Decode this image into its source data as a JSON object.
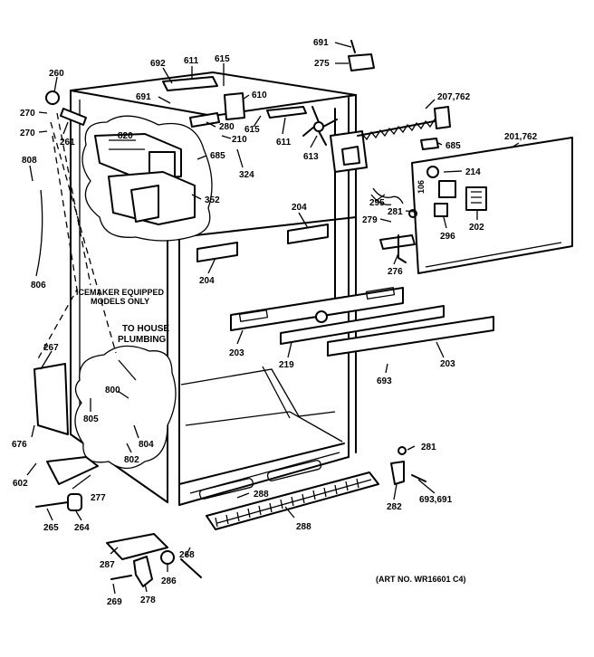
{
  "labels": {
    "l691a": "691",
    "l275": "275",
    "l692": "692",
    "l611a": "611",
    "l615a": "615",
    "l260": "260",
    "l691b": "691",
    "l610": "610",
    "l207": "207,762",
    "l270a": "270",
    "l270b": "270",
    "l261": "261",
    "l820": "820",
    "l280": "280",
    "l615b": "615",
    "l210": "210",
    "l611b": "611",
    "l613": "613",
    "l685a": "685",
    "l685b": "685",
    "l201": "201,762",
    "l808": "808",
    "l324": "324",
    "l214": "214",
    "l352": "352",
    "l295": "295",
    "l204a": "204",
    "l281a": "281",
    "l279": "279",
    "l202": "202",
    "l296": "296",
    "l204b": "204",
    "l276": "276",
    "l806": "806",
    "l203a": "203",
    "l219": "219",
    "l203b": "203",
    "l693a": "693",
    "l267": "267",
    "l800": "800",
    "l805": "805",
    "l804": "804",
    "l802": "802",
    "l676": "676",
    "l281b": "281",
    "l602": "602",
    "l277": "277",
    "l288a": "288",
    "l282": "282",
    "l693b": "693,691",
    "l265": "265",
    "l264": "264",
    "l288b": "288",
    "l287": "287",
    "l268": "268",
    "l286": "286",
    "l269": "269",
    "l278": "278"
  },
  "notes": {
    "icemaker_line1": "ICEMAKER EQUIPPED",
    "icemaker_line2": "MODELS ONLY",
    "plumbing_line1": "TO HOUSE",
    "plumbing_line2": "PLUMBING",
    "art_no": "(ART NO. WR16601 C4)",
    "panel_code": "106"
  }
}
